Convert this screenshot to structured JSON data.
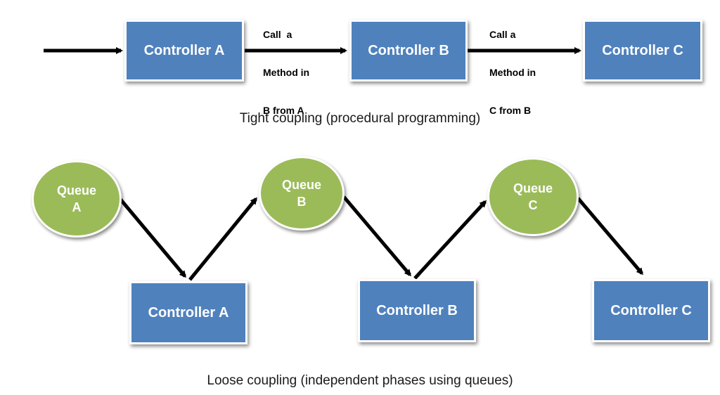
{
  "tight": {
    "controllers": [
      "Controller A",
      "Controller B",
      "Controller C"
    ],
    "edge_labels": [
      [
        "Call  a",
        "Method in",
        "B from A"
      ],
      [
        "Call a",
        "Method in",
        "C from B"
      ]
    ],
    "caption": "Tight coupling (procedural programming)"
  },
  "loose": {
    "queues": [
      [
        "Queue",
        "A"
      ],
      [
        "Queue",
        "B"
      ],
      [
        "Queue",
        "C"
      ]
    ],
    "controllers": [
      "Controller A",
      "Controller B",
      "Controller C"
    ],
    "caption": "Loose coupling (independent phases using queues)"
  },
  "colors": {
    "controller_fill": "#4f81bd",
    "queue_fill": "#9bbb59",
    "arrow": "#000000"
  }
}
